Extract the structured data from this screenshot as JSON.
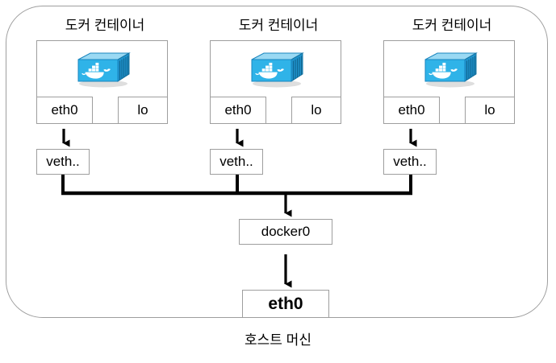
{
  "diagram": {
    "title_caption": "호스트 머신",
    "host_boundary_label": "host-machine-boundary",
    "colors": {
      "border_gray": "#9e9e9e",
      "line_black": "#000000",
      "container_blue": "#2fb3e8",
      "container_blue_dark": "#1a86bf",
      "background": "#ffffff"
    },
    "containers": [
      {
        "title": "도커 컨테이너",
        "icon": "docker-container-icon",
        "interfaces": {
          "eth0": "eth0",
          "lo": "lo"
        },
        "veth": "veth.."
      },
      {
        "title": "도커 컨테이너",
        "icon": "docker-container-icon",
        "interfaces": {
          "eth0": "eth0",
          "lo": "lo"
        },
        "veth": "veth.."
      },
      {
        "title": "도커 컨테이너",
        "icon": "docker-container-icon",
        "interfaces": {
          "eth0": "eth0",
          "lo": "lo"
        },
        "veth": "veth.."
      }
    ],
    "bridge": {
      "label": "docker0"
    },
    "host_nic": {
      "label": "eth0"
    }
  }
}
